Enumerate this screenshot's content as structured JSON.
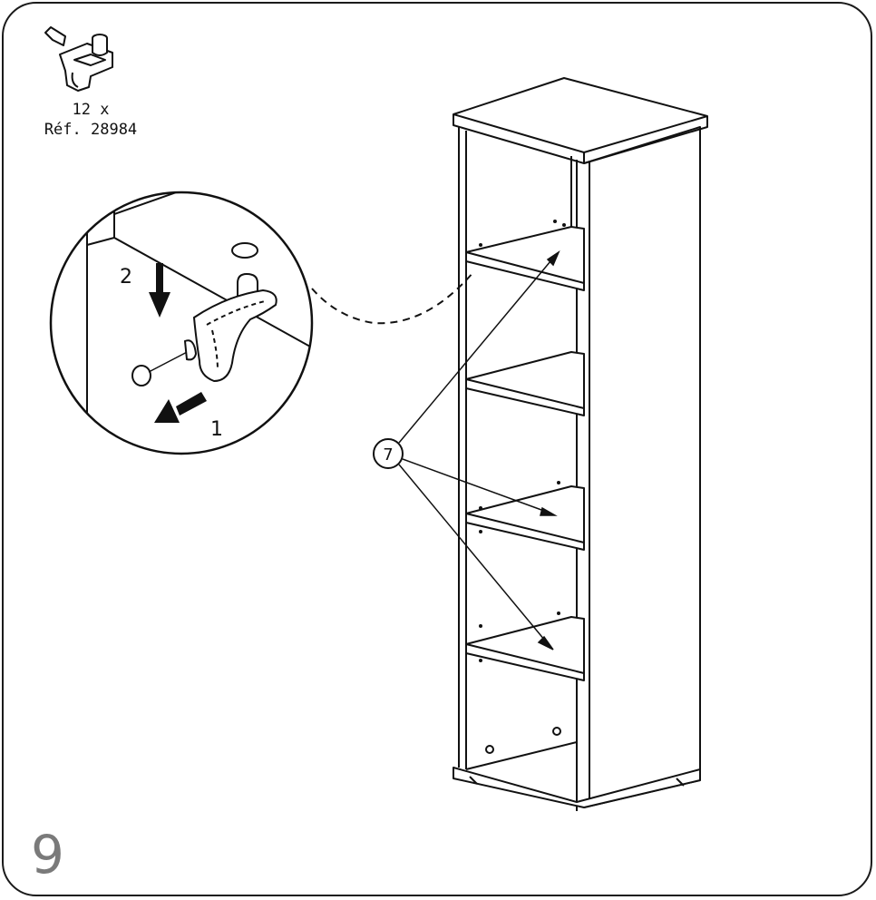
{
  "step": {
    "number": "9"
  },
  "part": {
    "quantity": "12 x",
    "reference": "Réf. 28984"
  },
  "detail": {
    "step1": "1",
    "step2": "2"
  },
  "callout": {
    "label": "7"
  }
}
